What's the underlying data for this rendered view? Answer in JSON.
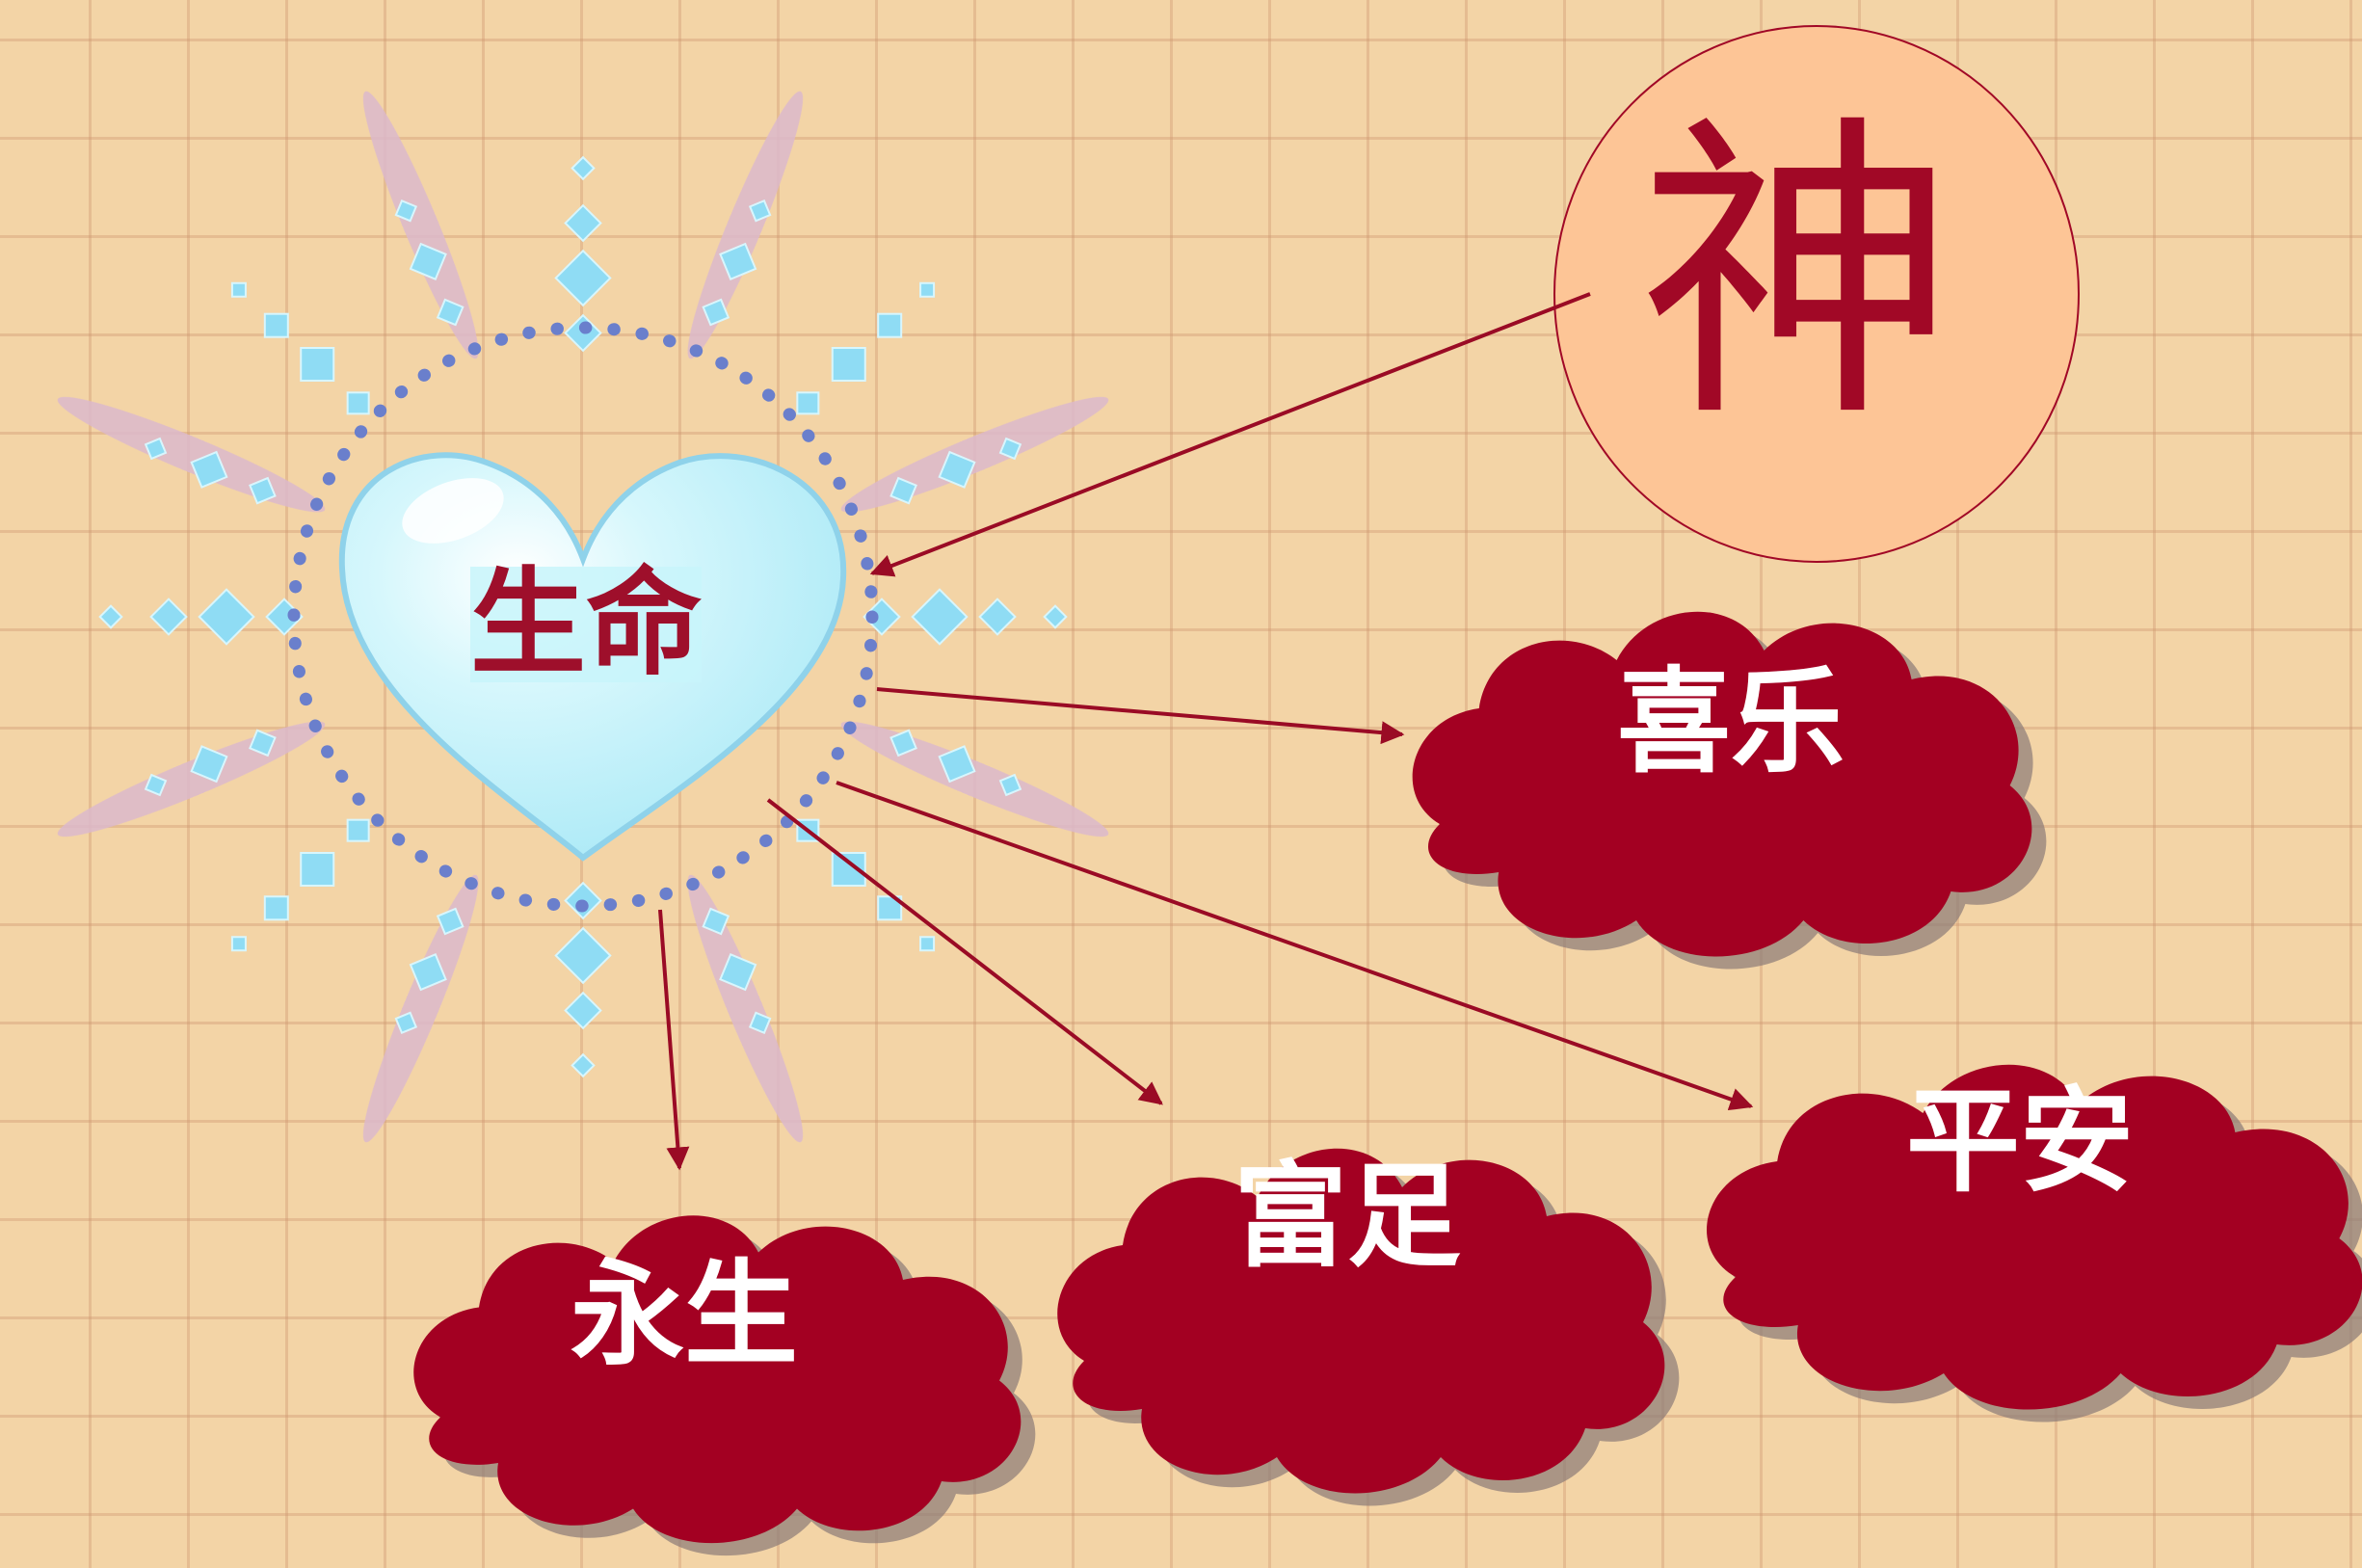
{
  "diagram": {
    "center": {
      "label": "生命"
    },
    "source": {
      "label": "神"
    },
    "outcomes": [
      {
        "id": "joy",
        "label": "喜乐"
      },
      {
        "id": "eternal",
        "label": "永生"
      },
      {
        "id": "abundance",
        "label": "富足"
      },
      {
        "id": "peace",
        "label": "平安"
      }
    ]
  },
  "colors": {
    "paper": "#f3d4a6",
    "grid": "#d29a72",
    "cloud": "#a30022",
    "cloud_shadow": "#8a7a78",
    "arrow": "#9a0b25",
    "heart": "#b8f0f8",
    "heart_border": "#8fd2ea",
    "dots": "#6a7fcc",
    "rays": "#dcb9cd",
    "diamonds": "#8fdcf4",
    "god_circle": "#fdc596",
    "god_text": "#a10826",
    "center_text": "#9e0f2b"
  }
}
